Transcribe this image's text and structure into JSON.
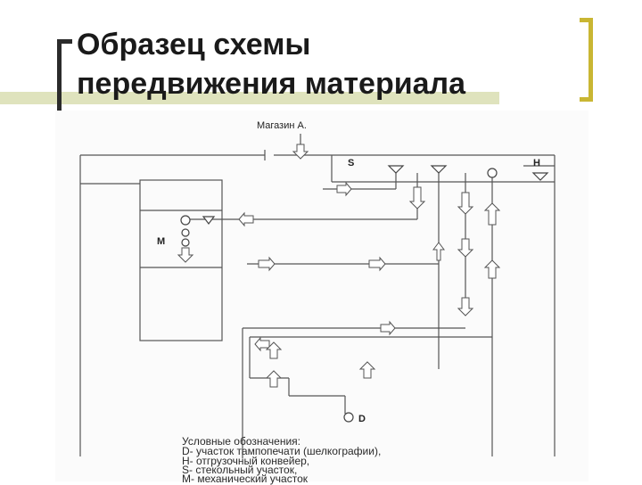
{
  "slide": {
    "title_line1": "Образец схемы",
    "title_line2": "передвижения материала",
    "accent_color": "#c9b633",
    "bar_color": "#dfe3bd"
  },
  "diagram": {
    "nodes": {
      "store": "Магазин А.",
      "s": "S",
      "h": "H",
      "m": "M",
      "d": "D"
    },
    "legend": {
      "heading": "Условные обозначения:",
      "items": [
        "участок тампопечати (шелкографии),",
        "отгрузочный конвейер,",
        "стекольный участок,",
        "механический участок"
      ],
      "markers": [
        "D",
        "H",
        "S",
        "M"
      ]
    }
  }
}
